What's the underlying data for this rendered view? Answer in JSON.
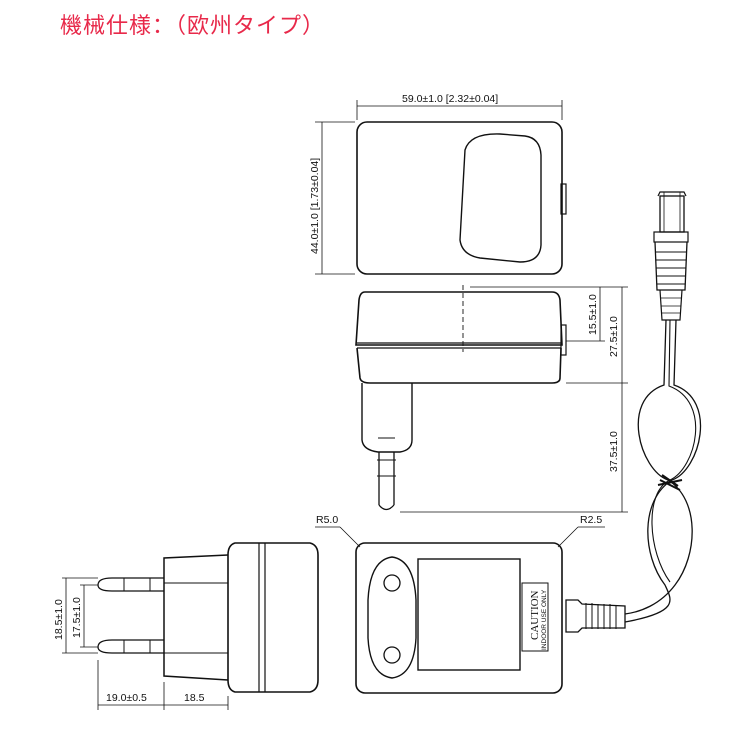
{
  "title": "機械仕様：（欧州タイプ）",
  "colors": {
    "title": "#e8294a",
    "line": "#111111"
  },
  "dimensions": {
    "width_top": "59.0±1.0 [2.32±0.04]",
    "height_top": "44.0±1.0 [1.73±0.04]",
    "side_upper": "15.5±1.0",
    "side_body": "27.5±1.0",
    "side_pin": "37.5±1.0",
    "radius_left": "R5.0",
    "radius_right": "R2.5",
    "pin_outer": "18.5±1.0",
    "pin_inner": "17.5±1.0",
    "pin_length": "19.0±0.5",
    "body_depth": "18.5"
  },
  "label": {
    "caution": "CAUTION",
    "indoor": "INDOOR USE ONLY"
  }
}
